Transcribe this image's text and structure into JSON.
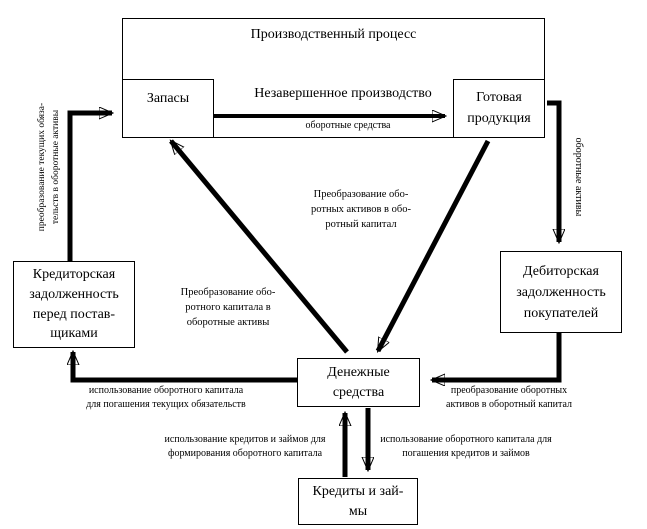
{
  "colors": {
    "background": "#ffffff",
    "line": "#000000",
    "text": "#000000"
  },
  "boxes": {
    "production": {
      "label": "Производственный процесс"
    },
    "zapasy": {
      "label": "Запасы"
    },
    "gotovaya": {
      "label": "Готовая\nпродукция"
    },
    "creditor": {
      "label": "Кредиторская\nзадолженность\nперед постав-\nщиками"
    },
    "debitor": {
      "label": "Дебиторская\nзадолженность\nпокупателей"
    },
    "cash": {
      "label": "Денежные\nсредства"
    },
    "credits": {
      "label": "Кредиты и зай-\nмы"
    }
  },
  "labels": {
    "wip": "Незавершенное производство",
    "working_capital": "оборотные средства",
    "left_vertical": "преобразование текущих обяза-\nтельств в оборотные активы",
    "right_vertical": "оборотные активы",
    "diag_right": "Преобразование обо-\nротных активов в обо-\nротный капитал",
    "diag_left": "Преобразование обо-\nротного капитала в\nоборотные активы",
    "use_capital_obligations": "использование оборотного капитала\nдля погашения текущих обязательств",
    "transform_assets_capital": "преобразование оборотных\nактивов в оборотный капитал",
    "use_credits_form_capital": "использование кредитов и займов для\nформирования оборотного капитала",
    "use_capital_repay_credits": "использование оборотного капитала для\nпогашения кредитов и займов"
  }
}
